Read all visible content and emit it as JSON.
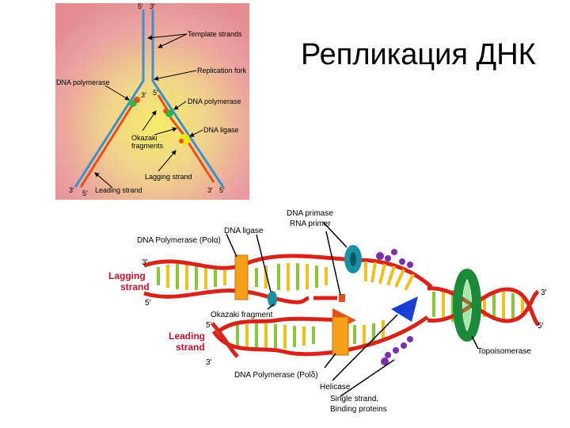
{
  "title": "Репликация ДНК",
  "top_diagram": {
    "strand_ends": {
      "top_left": "5′",
      "top_right": "3′",
      "mid_left": "3′",
      "mid_right": "5′",
      "bottom_left_outer": "3′",
      "bottom_left_inner": "5′",
      "bottom_right_inner": "3′",
      "bottom_right_outer": "5′"
    },
    "labels": {
      "template_strands": "Template strands",
      "replication_fork": "Replication fork",
      "dna_polymerase_left": "DNA polymerase",
      "dna_polymerase_right": "DNA polymerase",
      "dna_ligase": "DNA ligase",
      "okazaki_line1": "Okazaki",
      "okazaki_line2": "fragments",
      "lagging_strand": "Lagging strand",
      "leading_strand": "Leading strand"
    },
    "colors": {
      "background_outer": "#e8918f",
      "background_inner": "#f0e070",
      "template": "#3b8fd4",
      "new_strand": "#e8501a",
      "polymerase": "#2fb84a",
      "ligase": "#f2e600"
    }
  },
  "bottom_diagram": {
    "labels": {
      "dna_primase": "DNA primase",
      "rna_primer": "RNA primer",
      "dna_ligase": "DNA ligase",
      "dna_pol_alpha_prefix": "DNA Polymerase (Pol",
      "dna_pol_alpha_greek": "α",
      "dna_pol_alpha_suffix": ")",
      "okazaki_fragment": "Okazaki fragment",
      "dna_pol_delta": "DNA Polymerase (Polδ)",
      "helicase": "Helicase",
      "ssb_line1": "Single strand,",
      "ssb_line2": "Binding proteins",
      "topoisomerase": "Topoisomerase",
      "lagging_line1": "Lagging",
      "lagging_line2": "strand",
      "leading_line1": "Leading",
      "leading_line2": "strand"
    },
    "strand_ends": {
      "lag_3": "3′",
      "lag_5": "5′",
      "lead_5": "5′",
      "lead_3": "3′",
      "right_3": "3′",
      "right_5": "5′"
    },
    "colors": {
      "backbone": "#d8231a",
      "rungs_green": "#8cc63f",
      "rungs_yellow": "#f0c020",
      "polymerase": "#f7a11a",
      "primase": "#1b8fa3",
      "topoisomerase": "#1a8a3a",
      "helicase": "#1a3fd6",
      "ssb": "#7a2fa8",
      "strand_label": "#c8102e"
    }
  }
}
